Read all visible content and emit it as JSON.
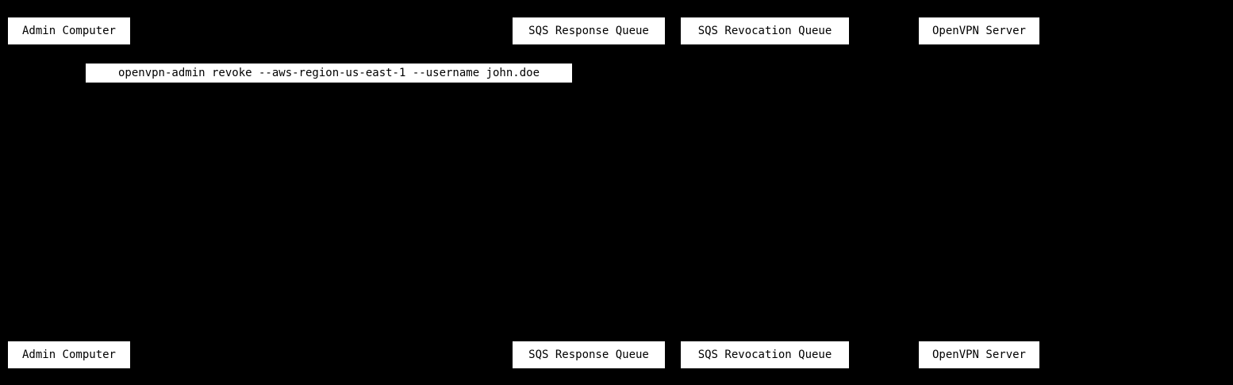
{
  "diagram": {
    "type": "sequence",
    "background_color": "#000000",
    "box_fill_color": "#ffffff",
    "box_text_color": "#000000",
    "participants": [
      {
        "label": "Admin Computer"
      },
      {
        "label": "SQS Response Queue"
      },
      {
        "label": "SQS Revocation Queue"
      },
      {
        "label": "OpenVPN Server"
      }
    ],
    "messages": [
      {
        "label": "openvpn-admin revoke --aws-region-us-east-1 --username john.doe"
      }
    ]
  }
}
